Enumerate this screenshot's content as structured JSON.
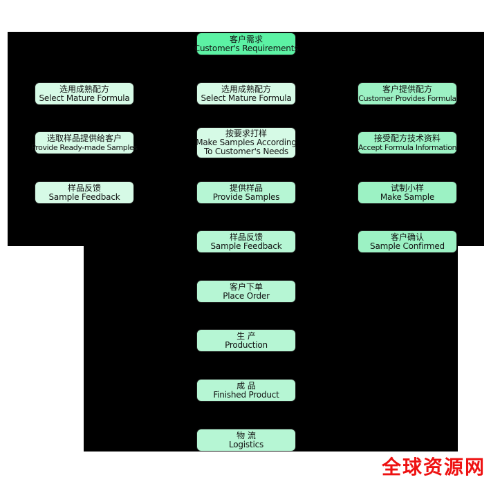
{
  "diagram": {
    "top": {
      "zh": "客户需求",
      "en": "Customer's Requirements"
    },
    "left_column": [
      {
        "zh": "选用成熟配方",
        "en": "Select Mature Formula"
      },
      {
        "zh": "选取样品提供给客户",
        "en": "Provide Ready-made Samples"
      },
      {
        "zh": "样品反馈",
        "en": "Sample Feedback"
      }
    ],
    "center_column": [
      {
        "zh": "选用成熟配方",
        "en": "Select Mature Formula"
      },
      {
        "zh": "按要求打样",
        "en": "Make Samples According",
        "en2": "To Customer's Needs"
      },
      {
        "zh": "提供样品",
        "en": "Provide Samples"
      },
      {
        "zh": "样品反馈",
        "en": "Sample Feedback"
      },
      {
        "zh": "客户下单",
        "en": "Place Order"
      },
      {
        "zh": "生 产",
        "en": "Production"
      },
      {
        "zh": "成 品",
        "en": "Finished Product"
      },
      {
        "zh": "物 流",
        "en": "Logistics"
      }
    ],
    "right_column": [
      {
        "zh": "客户提供配方",
        "en": "Customer Provides Formula"
      },
      {
        "zh": "接受配方技术资料",
        "en": "Accept Formula Information"
      },
      {
        "zh": "试制小样",
        "en": "Make Sample"
      },
      {
        "zh": "客户确认",
        "en": "Sample Confirmed"
      }
    ]
  },
  "watermark": "全球资源网",
  "colors": {
    "background": "#000000",
    "node_top": "#5cf2a4",
    "node_light": "#b6f6d4",
    "node_pale": "#d6fae6",
    "node_mid": "#9cf2c4",
    "watermark": "#ee1111"
  }
}
